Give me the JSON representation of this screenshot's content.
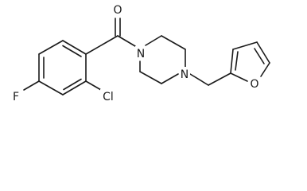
{
  "atoms": {
    "oxygen_carbonyl": "O",
    "fluorine": "F",
    "chlorine": "Cl",
    "nitrogen_amide": "N",
    "nitrogen_amine": "N",
    "oxygen_furan": "O"
  }
}
